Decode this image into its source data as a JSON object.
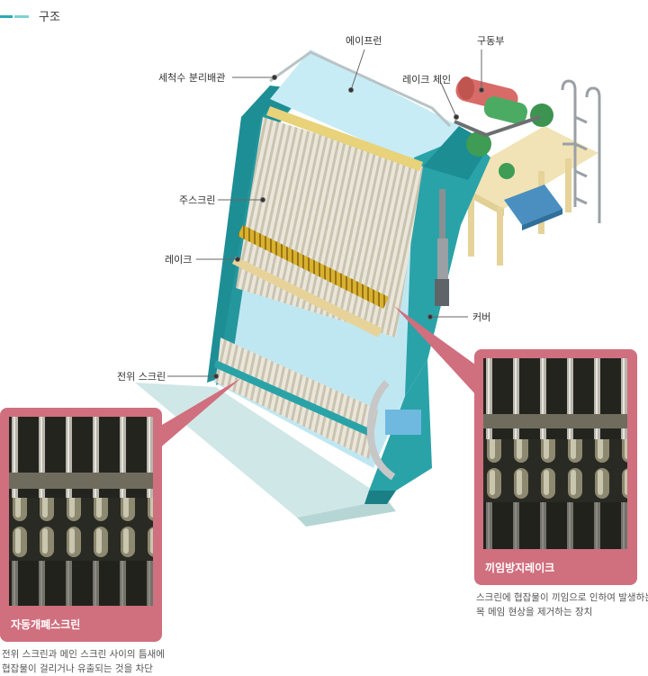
{
  "section": {
    "title": "구조"
  },
  "labels": {
    "spray_pipe": "세척수 분리배관",
    "apron": "에이프런",
    "drive": "구동부",
    "rake_chain": "레이크 체인",
    "main_screen": "주스크린",
    "rake": "레이크",
    "cover": "커버",
    "front_screen": "전위 스크린"
  },
  "callouts": {
    "left": {
      "title": "자동개폐스크린",
      "desc_lines": [
        "전위 스크린과 메인 스크린 사이의 틈새에",
        "협잡물이 걸리거나 유출되는 것을 차단"
      ]
    },
    "right": {
      "title": "끼임방지레이크",
      "desc_lines": [
        "스크린에 협잡물이 끼임으로 인하여 발생하는",
        "목 메임 현상을 제거하는 장치"
      ]
    }
  },
  "colors": {
    "frame_teal": "#2aa3a8",
    "frame_dark": "#1b7f86",
    "screen_light": "#bfe7f2",
    "callout_pink": "#d06f7e",
    "rake_gold": "#c89a1f"
  }
}
